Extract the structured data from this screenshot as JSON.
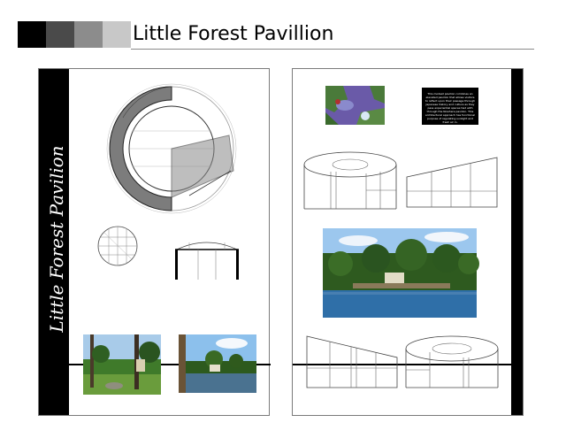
{
  "header": {
    "title": "Little Forest Pavillion",
    "swatches": [
      "#000000",
      "#4a4a4a",
      "#8c8c8c",
      "#c8c8c8"
    ]
  },
  "left_board": {
    "vertical_title": "Little Forest Pavilion"
  },
  "right_board": {
    "caption_text": "This modest pavilion combines an elevated pavilion that allows visitors to reflect upon their passage through Japanese history and culture as they pass experiential spaces tied with through the Nowhere pavilion. This architectural approach has functional purpose of regulating sunlight and fresh air in."
  },
  "colors": {
    "board_border": "#7a7a7a",
    "black_band": "#000000",
    "water": "#2f6fa8",
    "foliage": "#2e5a1f",
    "sky": "#9cc7ee"
  },
  "icons": [
    "plan-sketch-graphic",
    "roof-sketch-graphic",
    "section-drawing-graphic",
    "elevation-drawing-graphic",
    "site-plan-graphic",
    "pavilion-photo-graphic"
  ]
}
